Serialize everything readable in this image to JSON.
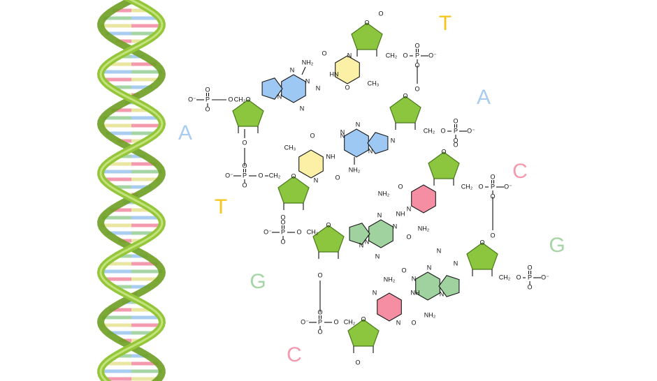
{
  "colors": {
    "backbone": "#8cc63e",
    "backbone_stroke": "#4a7a1c",
    "adenine": "#9ec8f4",
    "thymine": "#fbf0a6",
    "guanine": "#9fd29e",
    "cytosine": "#f58ea3",
    "label_A": "#a9ccf1",
    "label_T": "#f5c518",
    "label_G": "#a6d5a5",
    "label_C": "#f49aae",
    "helix_rungs": [
      "#a9ccf1",
      "#f49aae",
      "#a6d5a5",
      "#e8e6a0"
    ]
  },
  "base_labels": [
    {
      "id": "A1",
      "text": "A",
      "color": "label_A"
    },
    {
      "id": "T1",
      "text": "T",
      "color": "label_T"
    },
    {
      "id": "G1",
      "text": "G",
      "color": "label_G"
    },
    {
      "id": "C1",
      "text": "C",
      "color": "label_C"
    },
    {
      "id": "T2",
      "text": "T",
      "color": "label_T"
    },
    {
      "id": "A2",
      "text": "A",
      "color": "label_A"
    },
    {
      "id": "C2",
      "text": "C",
      "color": "label_C"
    },
    {
      "id": "G2",
      "text": "G",
      "color": "label_G"
    }
  ],
  "atoms": {
    "O": "O",
    "O_minus": "O⁻",
    "P": "P",
    "CH2": "CH₂",
    "CH3": "CH₃",
    "NH2": "NH₂",
    "NH": "NH",
    "HN": "HN",
    "N": "N"
  }
}
